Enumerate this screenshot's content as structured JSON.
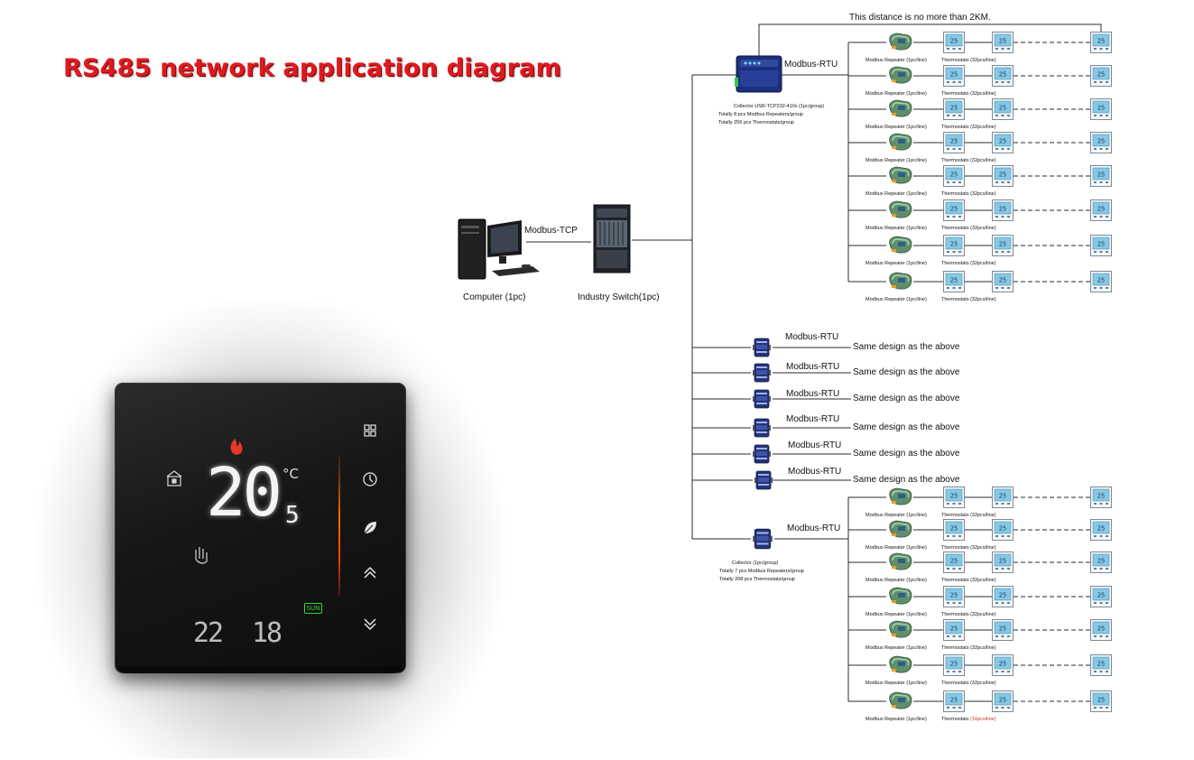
{
  "title": "RS485 network application diagram",
  "distance_note": "This distance is no more than 2KM.",
  "computer_label": "Computer (1pc)",
  "tcp_label": "Modbus-TCP",
  "switch_label": "Industry Switch(1pc)",
  "rtu_label": "Modbus-RTU",
  "collector_top": {
    "line1": "Collector USR-TCP232-410s (1pc/group)",
    "line2": "Totally 8 pcs Modbus Repeaters/group",
    "line3": "Totally 256 pcs Thermostats/group"
  },
  "collector_bottom": {
    "line1": "Collector (1pc/group)",
    "line2": "Totally 7 pcs Modbus Repeaters/group",
    "line3": "Totally 208 pcs Thermostats/group"
  },
  "repeater_label": "Modbus Repeater (1pc/line)",
  "thermostat_label": "Thermostats (32pcs/line)",
  "last_thermostat_prefix": "Thermostats ",
  "last_thermostat_count": "(16pcs/line)",
  "same_design": "Same design as the above",
  "thermostat_display": {
    "temperature": "20",
    "decimal": "5",
    "unit": "°C",
    "clock_hour": "22",
    "clock_min": "18",
    "day_badge": "SUN"
  },
  "colors": {
    "title_red": "#e0191f",
    "repeater_green": "#6aa86a",
    "collector_blue": "#2a3c8a",
    "flame_red": "#e8362a",
    "sun_green": "#35d235",
    "last_count_red": "#c0302a"
  },
  "icons": [
    "flame-icon",
    "home-lock-icon",
    "hand-icon",
    "grid-menu-icon",
    "clock-icon",
    "leaf-icon",
    "chevron-up-icon",
    "chevron-down-icon"
  ]
}
